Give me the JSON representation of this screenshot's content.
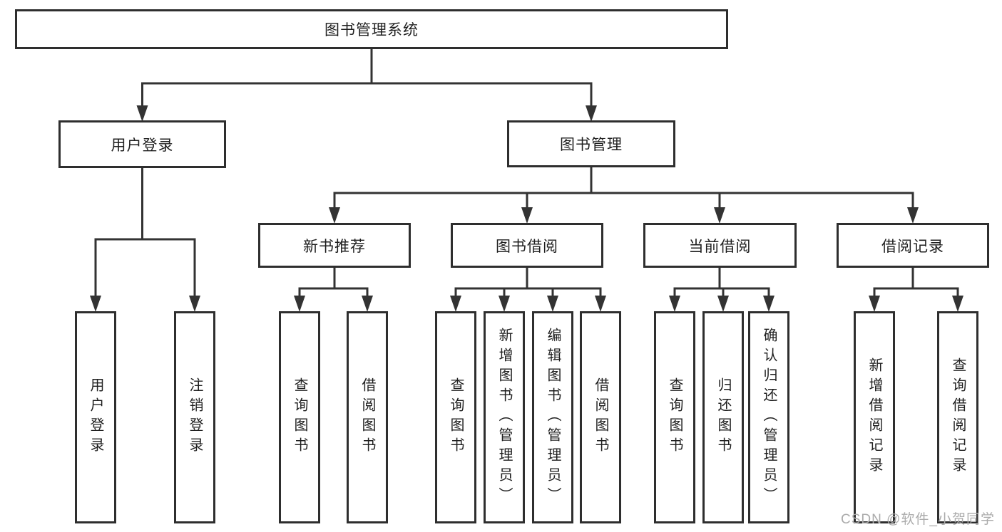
{
  "watermark": "CSDN @软件_小贺同学",
  "colors": {
    "background": "#ffffff",
    "line": "#333333",
    "box_border": "#2e2e2e",
    "text": "#1f1f1f",
    "watermark_text": "#ababab"
  },
  "nodes": {
    "root": {
      "label": "图书管理系统"
    },
    "user_login": {
      "label": "用户登录"
    },
    "book_management": {
      "label": "图书管理"
    },
    "new_book_recommend": {
      "label": "新书推荐"
    },
    "book_borrowing": {
      "label": "图书借阅"
    },
    "current_borrowing": {
      "label": "当前借阅"
    },
    "borrowing_records": {
      "label": "借阅记录"
    },
    "leaf_user_login": {
      "label": "用户登录"
    },
    "leaf_logout": {
      "label": "注销登录"
    },
    "leaf_query_books_recommend": {
      "label": "查询图书"
    },
    "leaf_borrow_books_recommend": {
      "label": "借阅图书"
    },
    "leaf_query_books_borrowing": {
      "label": "查询图书"
    },
    "leaf_add_books_admin": {
      "label": "新增图书（管理员）"
    },
    "leaf_edit_books_admin": {
      "label": "编辑图书（管理员）"
    },
    "leaf_borrow_books_borrowing": {
      "label": "借阅图书"
    },
    "leaf_query_books_current": {
      "label": "查询图书"
    },
    "leaf_return_books": {
      "label": "归还图书"
    },
    "leaf_confirm_return_admin": {
      "label": "确认归还（管理员）"
    },
    "leaf_add_borrow_record": {
      "label": "新增借阅记录"
    },
    "leaf_query_borrow_record": {
      "label": "查询借阅记录"
    }
  },
  "hierarchy": {
    "图书管理系统": {
      "用户登录": [
        "用户登录",
        "注销登录"
      ],
      "图书管理": {
        "新书推荐": [
          "查询图书",
          "借阅图书"
        ],
        "图书借阅": [
          "查询图书",
          "新增图书（管理员）",
          "编辑图书（管理员）",
          "借阅图书"
        ],
        "当前借阅": [
          "查询图书",
          "归还图书",
          "确认归还（管理员）"
        ],
        "借阅记录": [
          "新增借阅记录",
          "查询借阅记录"
        ]
      }
    }
  }
}
